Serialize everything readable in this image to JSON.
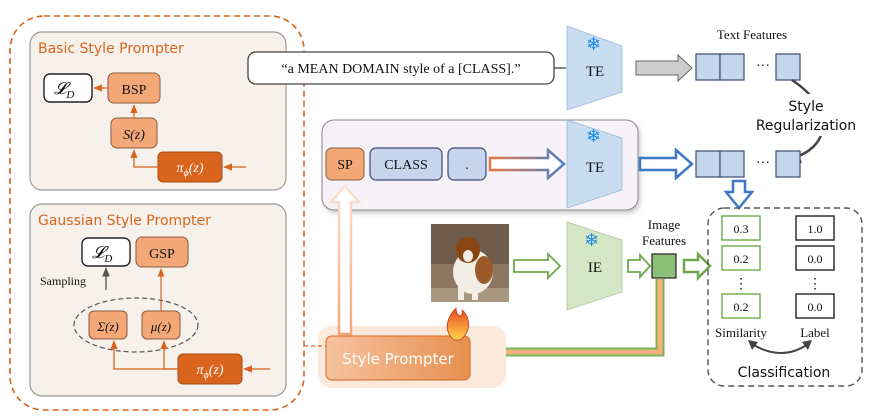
{
  "basic_prompter": {
    "title": "Basic Style Prompter",
    "loss": "𝓛",
    "loss_sub": "D",
    "module": "BSP",
    "style_fn": "S(z)",
    "param_pi": "π",
    "param_sub": "ϕ",
    "param_arg": "(z)"
  },
  "gaussian_prompter": {
    "title": "Gaussian Style Prompter",
    "loss": "𝓛",
    "loss_sub": "D",
    "module": "GSP",
    "sampling": "Sampling",
    "sigma": "Σ(z)",
    "mu": "μ(z)",
    "param_pi": "π",
    "param_sub": "ϕ",
    "param_arg": "(z)"
  },
  "text_branch": {
    "prompt_text": "“a MEAN DOMAIN style of a [CLASS].”",
    "encoder": "TE",
    "features_label": "Text Features",
    "ellipsis": "···"
  },
  "learned_prompt": {
    "sp": "SP",
    "class": "CLASS",
    "dot": ".",
    "encoder": "TE",
    "ellipsis": "···"
  },
  "regularization": {
    "line1": "Style",
    "line2": "Regularization"
  },
  "image_branch": {
    "encoder": "IE",
    "features_line1": "Image",
    "features_line2": "Features"
  },
  "style_prompter": {
    "label": "Style Prompter"
  },
  "classification": {
    "similarity_values": [
      "0.3",
      "0.2",
      "0.2"
    ],
    "label_values": [
      "1.0",
      "0.0",
      "0.0"
    ],
    "vdots": "⋮",
    "similarity_label": "Similarity",
    "label_label": "Label",
    "title": "Classification"
  },
  "colors": {
    "orange_dark": "#d9641e",
    "orange_light": "#f4a877",
    "blue_box": "#c6d4ee",
    "blue_border": "#5a6d9a",
    "encoder_blue": "#c8ddf2",
    "encoder_green": "#d4e7c4",
    "panel_bg": "#f7f1eb"
  }
}
